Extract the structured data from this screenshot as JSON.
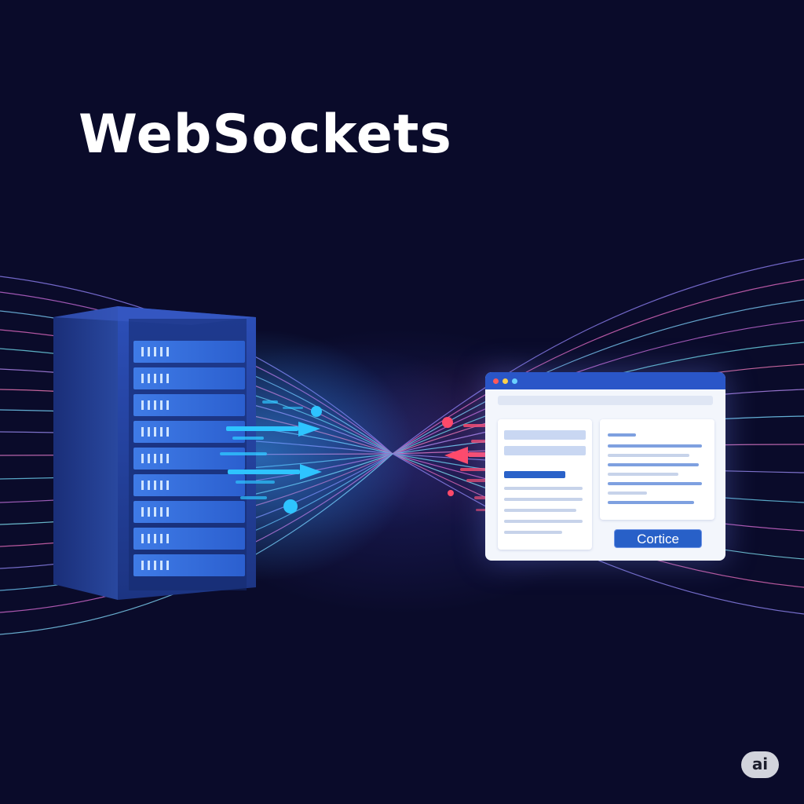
{
  "title": "WebSockets",
  "browser": {
    "button_label": "Cortice"
  },
  "badge": {
    "label": "ai"
  },
  "colors": {
    "background": "#0a0b2a",
    "server_blue": "#2d63d8",
    "arrow_cyan": "#2ec4ff",
    "arrow_red": "#ff4a6a",
    "browser_accent": "#2a56c8"
  },
  "icons": {
    "server": "server-rack-icon",
    "browser": "browser-window-icon",
    "arrows_right": "arrow-right-icon",
    "arrows_left": "arrow-left-icon"
  }
}
